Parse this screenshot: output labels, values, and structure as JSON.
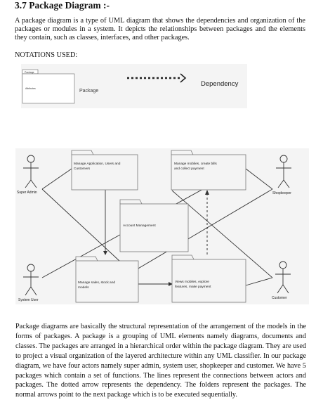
{
  "section": {
    "title": "3.7 Package Diagram :-"
  },
  "intro": "A package diagram is a type of UML diagram that shows the dependencies and organization of the packages or modules in a system. It depicts the relationships between packages and the elements they contain, such as classes, interfaces, and other packages.",
  "notations_heading": "NOTATIONS USED:",
  "legend": {
    "package_tab_label": "Package",
    "package_body_label": "Attributes",
    "package_label": "Package",
    "dependency_label": "Dependency"
  },
  "diagram": {
    "actors": {
      "super_admin": "Super Admin",
      "shopkeeper": "Shopkeeper",
      "system_user": "System User",
      "customer": "Customer"
    },
    "packages": {
      "manage_application_line1": "Manage Application, Users and",
      "manage_application_line2": "Customers",
      "manage_mobiles_line1": "Manage mobiles, create bills",
      "manage_mobiles_line2": "and collect payment",
      "account_management": "Account Management",
      "manage_sales_line1": "Manage sales, stock and",
      "manage_sales_line2": "models",
      "views_mobiles_line1": "Views mobiles, explore",
      "views_mobiles_line2": "features, make payment"
    }
  },
  "conclusion": "Package diagrams are basically the structural representation of the arrangement of the models in the forms of packages. A package is a grouping of UML elements namely diagrams, documents and classes. The packages are arranged in a hierarchical order within the package diagram. They are used to project a visual organization of the layered architecture within any UML classifier. In our package diagram, we have four actors namely super admin, system user, shopkeeper and customer. We have 5 packages which contain a set of functions. The lines represent the connections between actors and packages. The dotted arrow represents the dependency. The folders represent the packages. The normal arrows point to the next package which is to be executed sequentially."
}
